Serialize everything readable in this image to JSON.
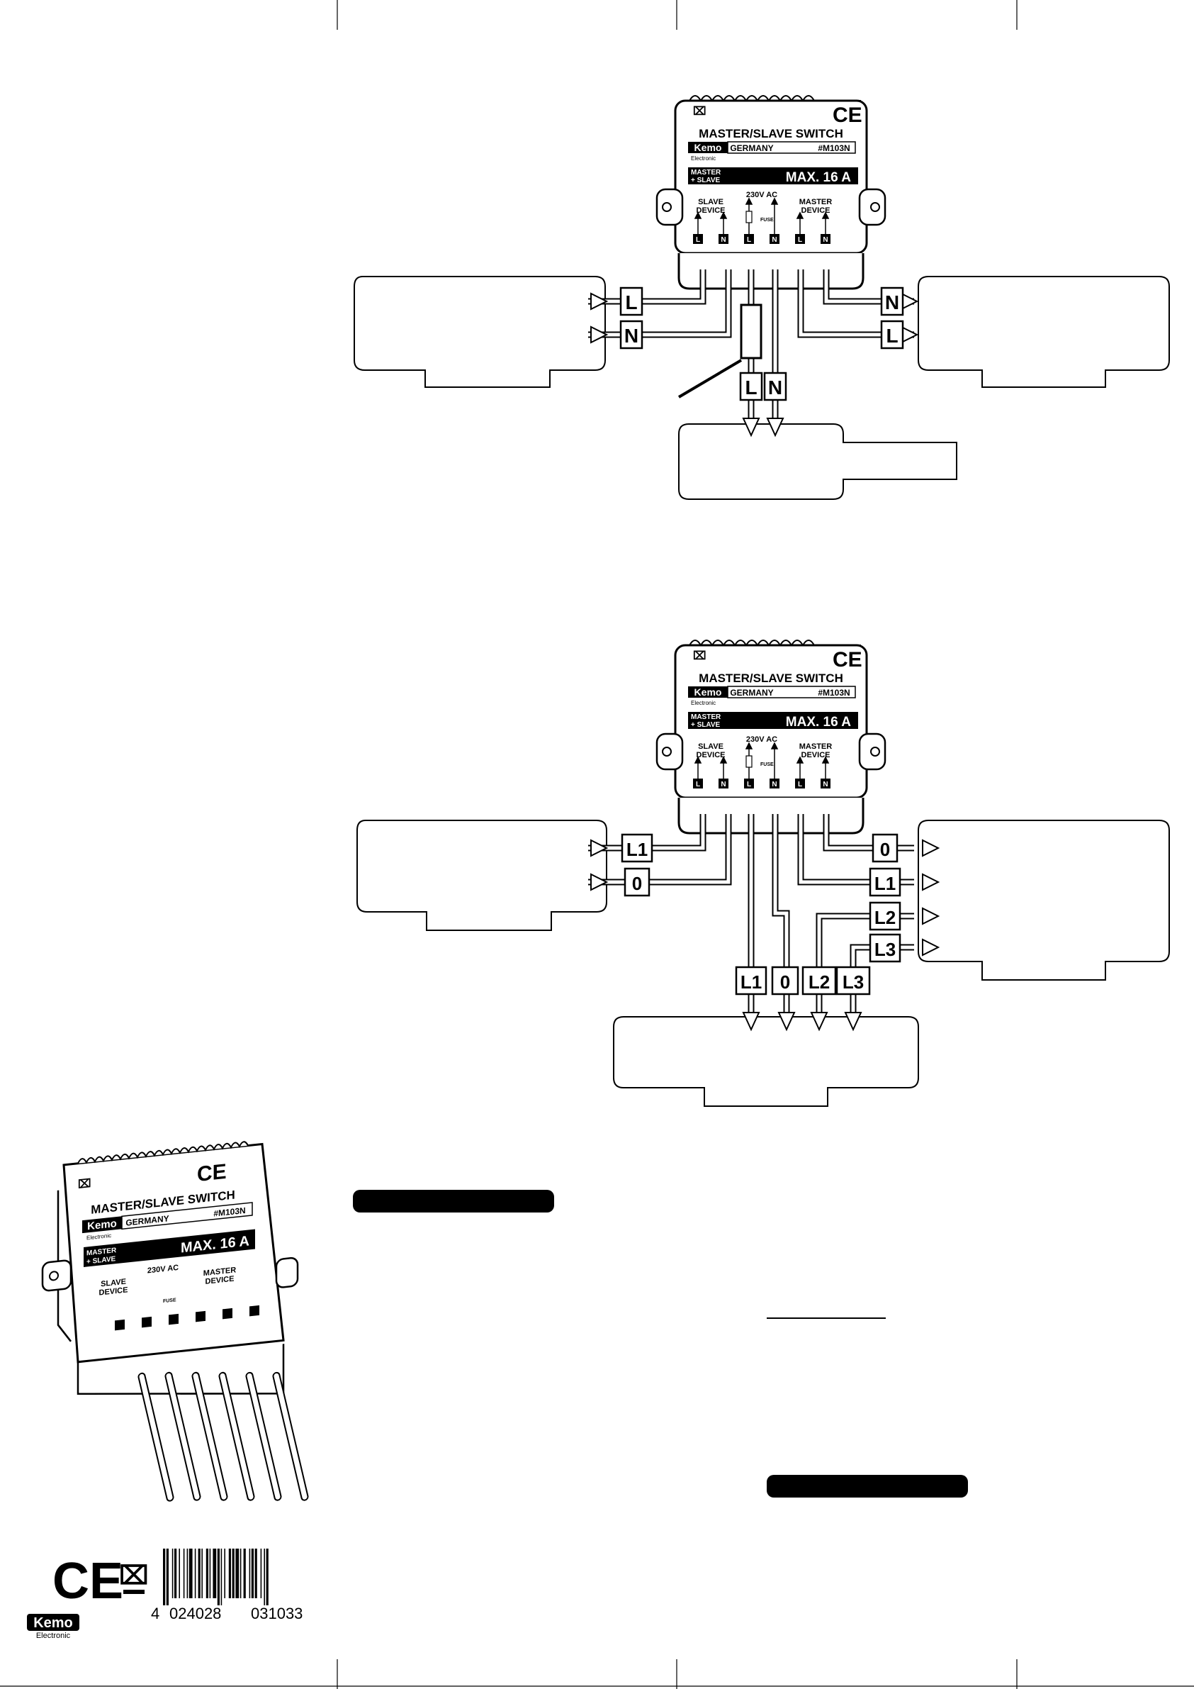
{
  "module": {
    "title": "MASTER/SLAVE SWITCH",
    "brand": "Kemo",
    "brand_sub": "Electronic",
    "country": "GERMANY",
    "model": "#M103N",
    "badge_left_1": "MASTER",
    "badge_left_2": "+ SLAVE",
    "rating": "MAX. 16 A",
    "voltage": "230V AC",
    "slave_1": "SLAVE",
    "slave_2": "DEVICE",
    "master_1": "MASTER",
    "master_2": "DEVICE",
    "fuse": "FUSE",
    "ce": "CE",
    "t_L": "L",
    "t_N": "N"
  },
  "diagram1": {
    "left_L": "L",
    "left_N": "N",
    "right_N": "N",
    "right_L": "L",
    "mains_L": "L",
    "mains_N": "N"
  },
  "diagram2": {
    "left_L1": "L1",
    "left_0": "0",
    "right_0": "0",
    "right_L1": "L1",
    "right_L2": "L2",
    "right_L3": "L3",
    "bottom_L1": "L1",
    "bottom_0": "0",
    "bottom_L2": "L2",
    "bottom_L3": "L3"
  },
  "barcode": {
    "digit_first": "4",
    "group_1": "024028",
    "group_2": "031033"
  },
  "logo": {
    "brand": "Kemo",
    "sub": "Electronic"
  }
}
